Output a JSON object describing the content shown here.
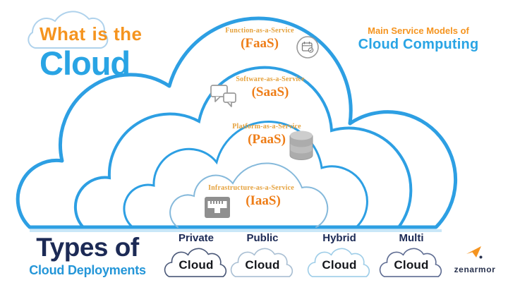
{
  "header": {
    "what": "What",
    "is_the": "is the",
    "cloud": "Cloud",
    "right_line1": "Main Service Models of",
    "right_line2": "Cloud Computing"
  },
  "services": [
    {
      "name": "Function-as-a-Service",
      "abbr": "(FaaS)",
      "icon": "calendar-function-icon"
    },
    {
      "name": "Software-as-a-Service",
      "abbr": "(SaaS)",
      "icon": "chat-bubbles-icon"
    },
    {
      "name": "Platform-as-a-Service",
      "abbr": "(PaaS)",
      "icon": "database-icon"
    },
    {
      "name": "Infrastructure-as-a-Service",
      "abbr": "(IaaS)",
      "icon": "network-port-icon"
    }
  ],
  "deployments": {
    "title_line1": "Types of",
    "title_line2": "Cloud Deployments",
    "types": [
      {
        "label": "Private",
        "cloud_text": "Cloud"
      },
      {
        "label": "Public",
        "cloud_text": "Cloud"
      },
      {
        "label": "Hybrid",
        "cloud_text": "Cloud"
      },
      {
        "label": "Multi",
        "cloud_text": "Cloud"
      }
    ]
  },
  "brand": {
    "name": "zenarmor"
  },
  "colors": {
    "primary_blue": "#2D9FE3",
    "title_blue": "#29A4E4",
    "orange": "#F5941F",
    "deep_orange": "#EE7D17",
    "amber": "#E5A23E",
    "navy": "#1C2A55",
    "deployments_blue": "#2496D8",
    "iaas_cloud_blue": "#85B9DB",
    "icon_gray": "#8C8C8C"
  }
}
